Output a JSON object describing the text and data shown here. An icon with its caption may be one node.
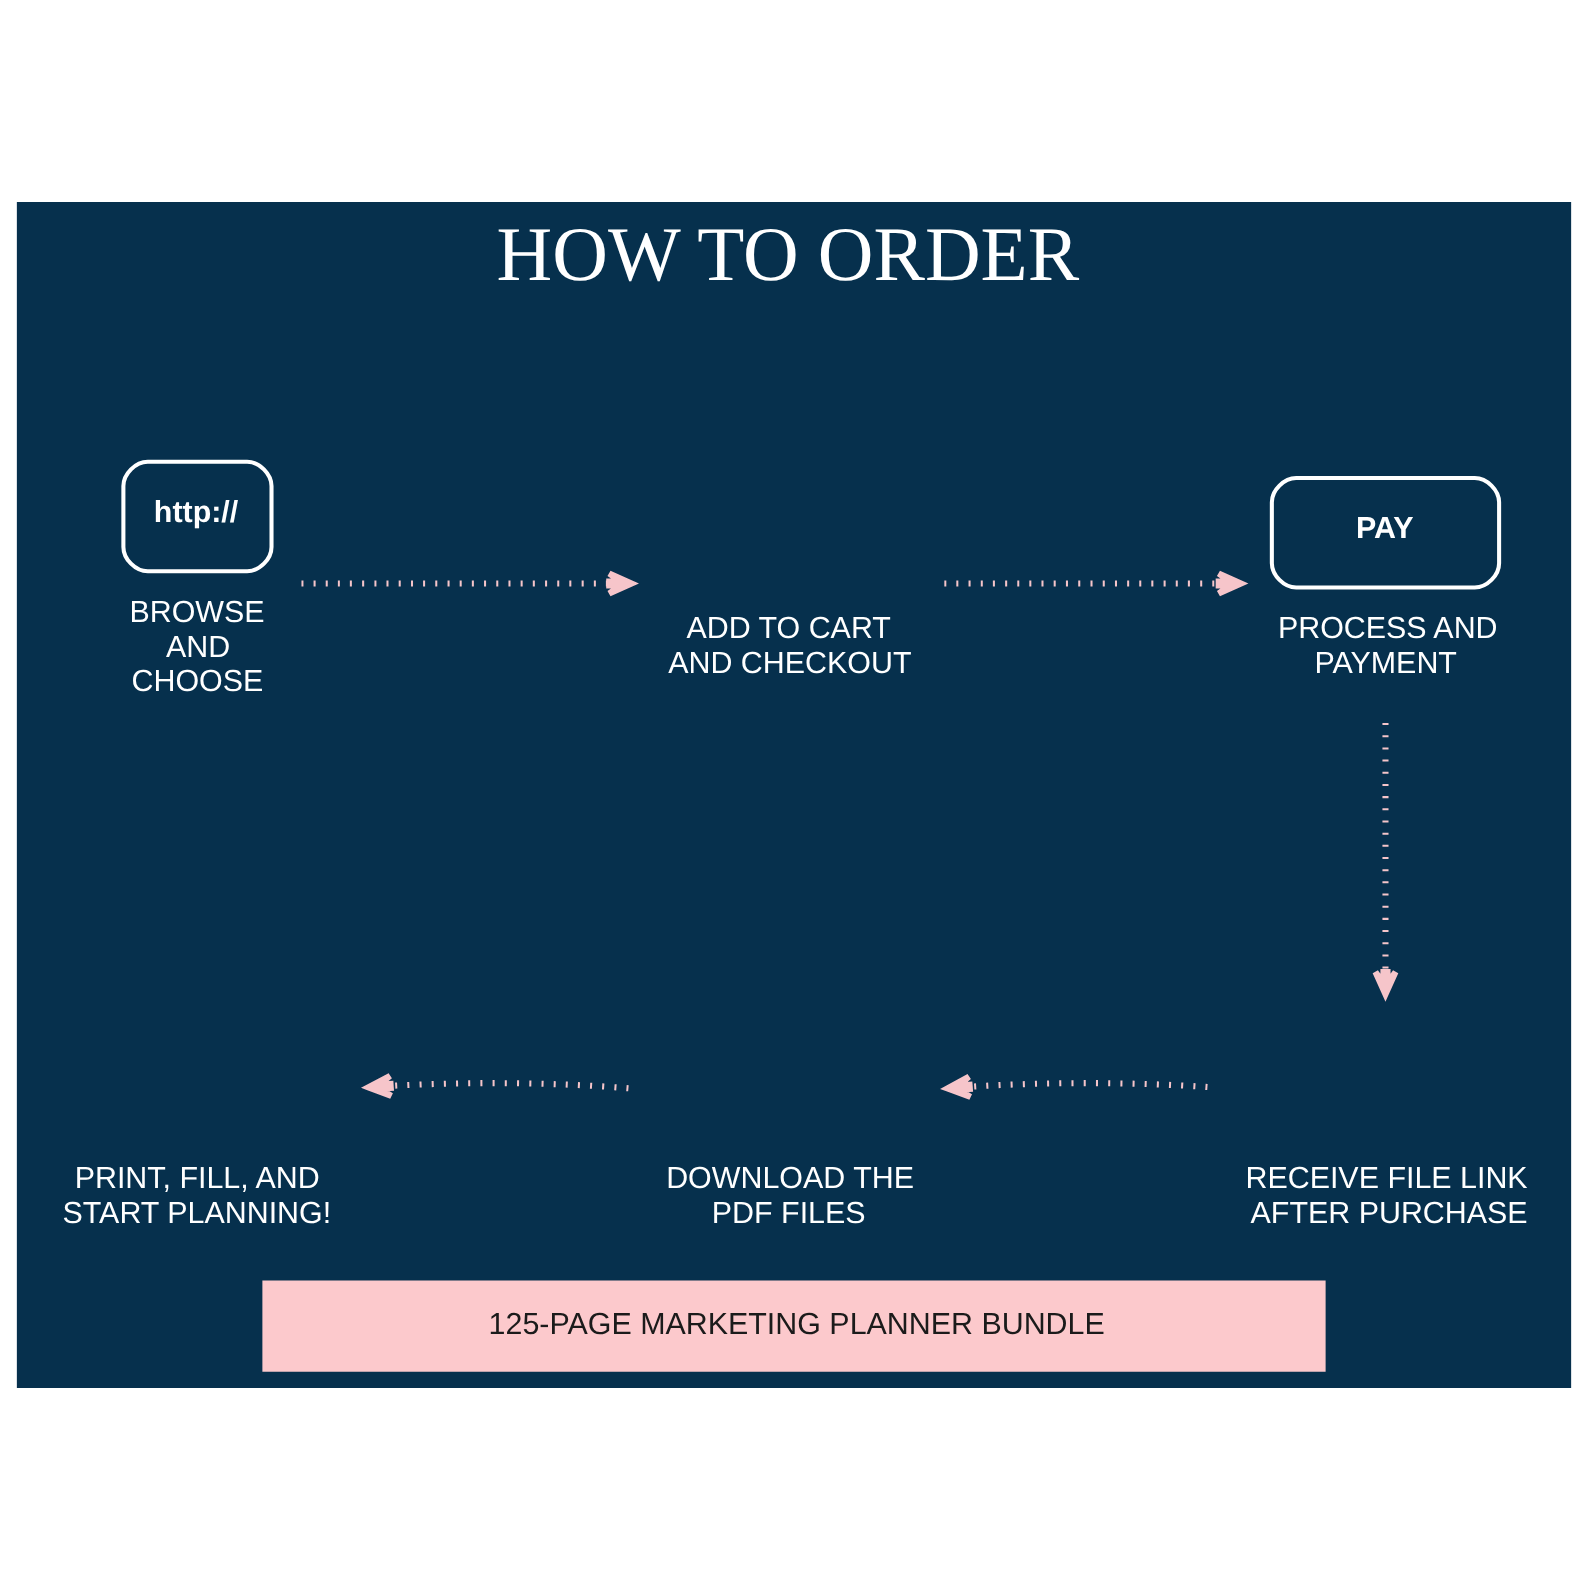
{
  "diagram": {
    "title": "HOW TO ORDER",
    "caption": "125-PAGE MARKETING PLANNER BUNDLE",
    "nodes": [
      {
        "text": [
          "http://",
          "BROWSE AND CHOOSE"
        ]
      },
      {
        "text": [
          "ADD TO CART AND CHECKOUT"
        ]
      },
      {
        "text": [
          "PAY",
          "PROCESS AND PAYMENT"
        ]
      },
      {
        "text": [
          "PRINT, FILL, AND START PLANNING!"
        ]
      },
      {
        "text": [
          "DOWNLOAD THE PDF FILES"
        ]
      },
      {
        "text": [
          "RECEIVE FILE LINK AFTER PURCHASE"
        ]
      }
    ],
    "edges": [
      {
        "from": 0,
        "to": 1,
        "arrow": "to"
      },
      {
        "from": 1,
        "to": 2,
        "arrow": "to"
      },
      {
        "from": 2,
        "to": 5,
        "arrow": "to"
      },
      {
        "from": 5,
        "to": 4,
        "arrow": "to"
      },
      {
        "from": 4,
        "to": 3,
        "arrow": "to"
      }
    ]
  }
}
